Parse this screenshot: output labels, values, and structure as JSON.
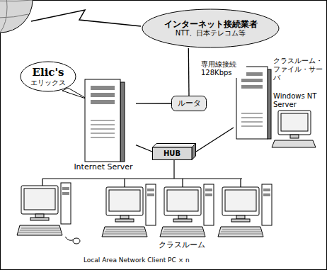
{
  "diagram": {
    "nodes": [
      {
        "text": [
          "インターネット接続業者",
          "NTT、日本テレコム等"
        ]
      },
      {
        "text": [
          "Elic's",
          "エリックス"
        ]
      },
      {
        "text": [
          "Internet Server"
        ]
      },
      {
        "text": [
          "ルータ"
        ]
      },
      {
        "text": [
          "クラスルーム・ファイル・サーバ",
          "Windows NT Server"
        ]
      },
      {
        "text": [
          "HUB"
        ]
      }
    ],
    "edges": [
      {
        "from": 0,
        "to": 3,
        "arrow": "none",
        "label": "専用線接続 128Kbps"
      },
      {
        "from": 3,
        "to": 2,
        "arrow": "none"
      },
      {
        "from": 2,
        "to": 5,
        "arrow": "none"
      },
      {
        "from": 4,
        "to": 5,
        "arrow": "none"
      }
    ],
    "labels": [
      "クラスルーム",
      "Local Area Network Client PC × n"
    ]
  }
}
